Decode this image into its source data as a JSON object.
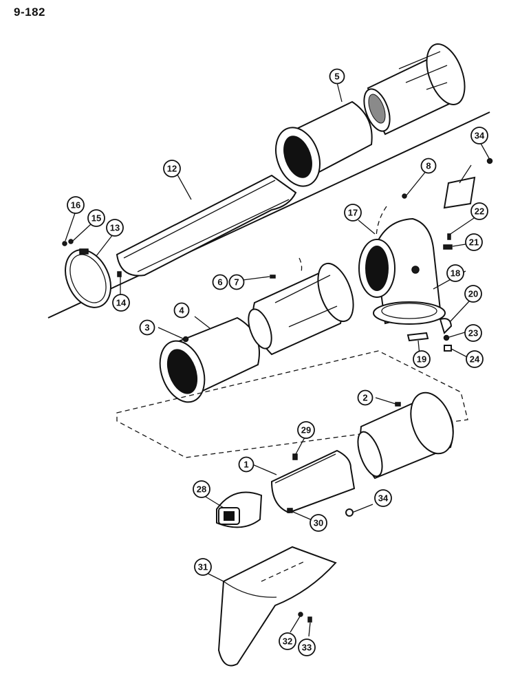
{
  "page_number": "9-182",
  "callouts": [
    "1",
    "2",
    "3",
    "4",
    "5",
    "6",
    "7",
    "8",
    "12",
    "13",
    "14",
    "15",
    "16",
    "17",
    "18",
    "19",
    "20",
    "21",
    "22",
    "23",
    "24",
    "28",
    "29",
    "30",
    "31",
    "32",
    "33",
    "34",
    "34"
  ]
}
